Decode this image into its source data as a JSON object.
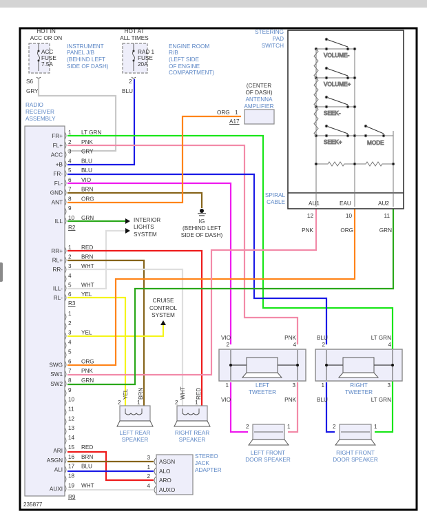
{
  "diagram_id": "235877",
  "colors": {
    "LT GRN": "#19e619",
    "PNK": "#f28aa8",
    "GRY": "#c8c8c8",
    "BLU": "#1a1ae6",
    "VIO": "#ee1aee",
    "BRN": "#86641a",
    "ORG": "#ff8419",
    "GRN": "#2aa81a",
    "RED": "#ee1a1a",
    "WHT": "#dedede",
    "YEL": "#f5f51a",
    "label_blue": "#5b86c5",
    "box_fill": "#eeeefa"
  },
  "power": {
    "acc": {
      "hot_label": [
        "HOT IN",
        "ACC OR ON"
      ],
      "fuse": [
        "ACC",
        "FUSE",
        "7.5A"
      ],
      "location": [
        "INSTRUMENT",
        "PANEL J/B",
        "(BEHIND LEFT",
        "SIDE OF DASH)"
      ],
      "pin": "S6",
      "wire": "GRY"
    },
    "rad": {
      "hot_label": [
        "HOT AT",
        "ALL TIMES"
      ],
      "fuse": [
        "RAD 1",
        "FUSE",
        "20A"
      ],
      "location": [
        "ENGINE ROOM",
        "R/B",
        "(LEFT SIDE",
        "OF ENGINE",
        "COMPARTMENT)"
      ],
      "pin": "2",
      "wire": "BLU"
    }
  },
  "radio": {
    "title": [
      "RADIO",
      "RECEIVER",
      "ASSEMBLY"
    ],
    "connectors": [
      {
        "id": "R2",
        "pins": [
          {
            "num": "1",
            "name": "FR+",
            "wire": "LT GRN"
          },
          {
            "num": "2",
            "name": "FL+",
            "wire": "PNK"
          },
          {
            "num": "3",
            "name": "ACC",
            "wire": "GRY"
          },
          {
            "num": "4",
            "name": "+B",
            "wire": "BLU"
          },
          {
            "num": "5",
            "name": "FR-",
            "wire": "BLU"
          },
          {
            "num": "6",
            "name": "FL-",
            "wire": "VIO"
          },
          {
            "num": "7",
            "name": "GND",
            "wire": "BRN"
          },
          {
            "num": "8",
            "name": "ANT",
            "wire": "ORG"
          },
          {
            "num": "9",
            "name": "",
            "wire": ""
          },
          {
            "num": "10",
            "name": "ILL",
            "wire": "GRN"
          }
        ]
      },
      {
        "id": "R3",
        "pins": [
          {
            "num": "1",
            "name": "RR+",
            "wire": "RED"
          },
          {
            "num": "2",
            "name": "RL+",
            "wire": "BRN"
          },
          {
            "num": "3",
            "name": "RR-",
            "wire": "WHT"
          },
          {
            "num": "4",
            "name": "",
            "wire": ""
          },
          {
            "num": "5",
            "name": "ILL-",
            "wire": "WHT"
          },
          {
            "num": "6",
            "name": "RL-",
            "wire": "YEL"
          }
        ]
      },
      {
        "id": "R9",
        "pins": [
          {
            "num": "1",
            "name": "",
            "wire": ""
          },
          {
            "num": "2",
            "name": "",
            "wire": ""
          },
          {
            "num": "3",
            "name": "",
            "wire": "YEL"
          },
          {
            "num": "4",
            "name": "",
            "wire": ""
          },
          {
            "num": "5",
            "name": "",
            "wire": ""
          },
          {
            "num": "6",
            "name": "SWG",
            "wire": "ORG"
          },
          {
            "num": "7",
            "name": "SW1",
            "wire": "PNK"
          },
          {
            "num": "8",
            "name": "SW2",
            "wire": "GRN"
          },
          {
            "num": "9",
            "name": "",
            "wire": ""
          },
          {
            "num": "10",
            "name": "",
            "wire": ""
          },
          {
            "num": "11",
            "name": "",
            "wire": ""
          },
          {
            "num": "12",
            "name": "",
            "wire": ""
          },
          {
            "num": "13",
            "name": "",
            "wire": ""
          },
          {
            "num": "14",
            "name": "",
            "wire": ""
          },
          {
            "num": "15",
            "name": "ARI",
            "wire": "RED"
          },
          {
            "num": "16",
            "name": "ASGN",
            "wire": "BRN"
          },
          {
            "num": "17",
            "name": "ALI",
            "wire": "BLU"
          },
          {
            "num": "18",
            "name": "",
            "wire": ""
          },
          {
            "num": "19",
            "name": "AUXI",
            "wire": "WHT"
          }
        ]
      }
    ]
  },
  "antenna": {
    "location": [
      "(CENTER",
      "OF DASH)"
    ],
    "name": [
      "ANTENNA",
      "AMPLIFIER"
    ],
    "pin": "1",
    "connector": "A17",
    "wire": "ORG"
  },
  "ground": {
    "id": "IG",
    "location": [
      "(BEHIND LEFT",
      "SIDE OF DASH)"
    ]
  },
  "interior_lights": [
    "INTERIOR",
    "LIGHTS",
    "SYSTEM"
  ],
  "cruise": [
    "CRUISE",
    "CONTROL",
    "SYSTEM"
  ],
  "steering": {
    "title": [
      "STEERING",
      "PAD",
      "SWITCH"
    ],
    "switches": [
      "VOLUME-",
      "VOLUME+",
      "SEEK-",
      "SEEK+",
      "MODE"
    ],
    "cable_label": [
      "SPIRAL",
      "CABLE"
    ],
    "terminals": [
      {
        "name": "AU1",
        "pin": "12",
        "wire": "PNK"
      },
      {
        "name": "EAU",
        "pin": "10",
        "wire": "ORG"
      },
      {
        "name": "AU2",
        "pin": "11",
        "wire": "GRN"
      }
    ]
  },
  "tweeters": [
    {
      "name": [
        "LEFT",
        "TWEETER"
      ],
      "pins": [
        {
          "num": "2",
          "wire": "VIO"
        },
        {
          "num": "4",
          "wire": "PNK"
        },
        {
          "num": "1",
          "wire": "VIO"
        },
        {
          "num": "3",
          "wire": "PNK"
        }
      ]
    },
    {
      "name": [
        "RIGHT",
        "TWEETER"
      ],
      "pins": [
        {
          "num": "2",
          "wire": "BLU"
        },
        {
          "num": "4",
          "wire": "LT GRN"
        },
        {
          "num": "1",
          "wire": "BLU"
        },
        {
          "num": "3",
          "wire": "LT GRN"
        }
      ]
    }
  ],
  "door_speakers": [
    {
      "name": [
        "LEFT FRONT",
        "DOOR SPEAKER"
      ],
      "pins": [
        "2",
        "1"
      ]
    },
    {
      "name": [
        "RIGHT FRONT",
        "DOOR SPEAKER"
      ],
      "pins": [
        "2",
        "1"
      ]
    }
  ],
  "rear_speakers": [
    {
      "name": [
        "LEFT REAR",
        "SPEAKER"
      ],
      "pins": [
        {
          "num": "2",
          "wire": "YEL"
        },
        {
          "num": "1",
          "wire": "BRN"
        }
      ]
    },
    {
      "name": [
        "RIGHT REAR",
        "SPEAKER"
      ],
      "pins": [
        {
          "num": "2",
          "wire": "WHT"
        },
        {
          "num": "1",
          "wire": "RED"
        }
      ]
    }
  ],
  "jack": {
    "name": [
      "STEREO",
      "JACK",
      "ADAPTER"
    ],
    "pins": [
      {
        "num": "3",
        "name": "ASGN"
      },
      {
        "num": "1",
        "name": "ALO"
      },
      {
        "num": "2",
        "name": "ARO"
      },
      {
        "num": "4",
        "name": "AUXO"
      }
    ]
  }
}
